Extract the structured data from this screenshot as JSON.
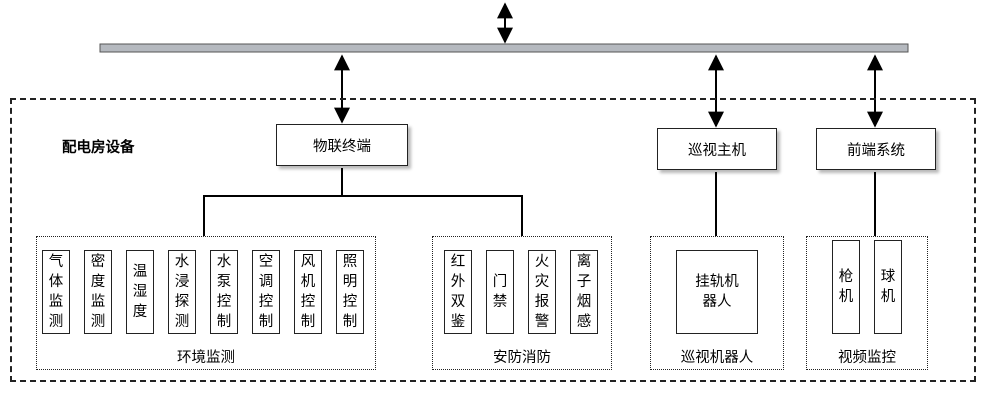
{
  "section_title": "配电房设备",
  "top_nodes": {
    "iot_terminal": "物联终端",
    "patrol_host": "巡视主机",
    "frontend_system": "前端系统"
  },
  "groups": {
    "env": {
      "label": "环境监测",
      "items": [
        "气体监测",
        "密度监测",
        "温湿度",
        "水浸探测",
        "水泵控制",
        "空调控制",
        "风机控制",
        "照明控制"
      ]
    },
    "security": {
      "label": "安防消防",
      "items": [
        "红外双鉴",
        "门禁",
        "火灾报警",
        "离子烟感"
      ]
    },
    "robot": {
      "label": "巡视机器人",
      "items": [
        "挂轨机器人"
      ]
    },
    "video": {
      "label": "视频监控",
      "items": [
        "枪机",
        "球机"
      ]
    }
  }
}
